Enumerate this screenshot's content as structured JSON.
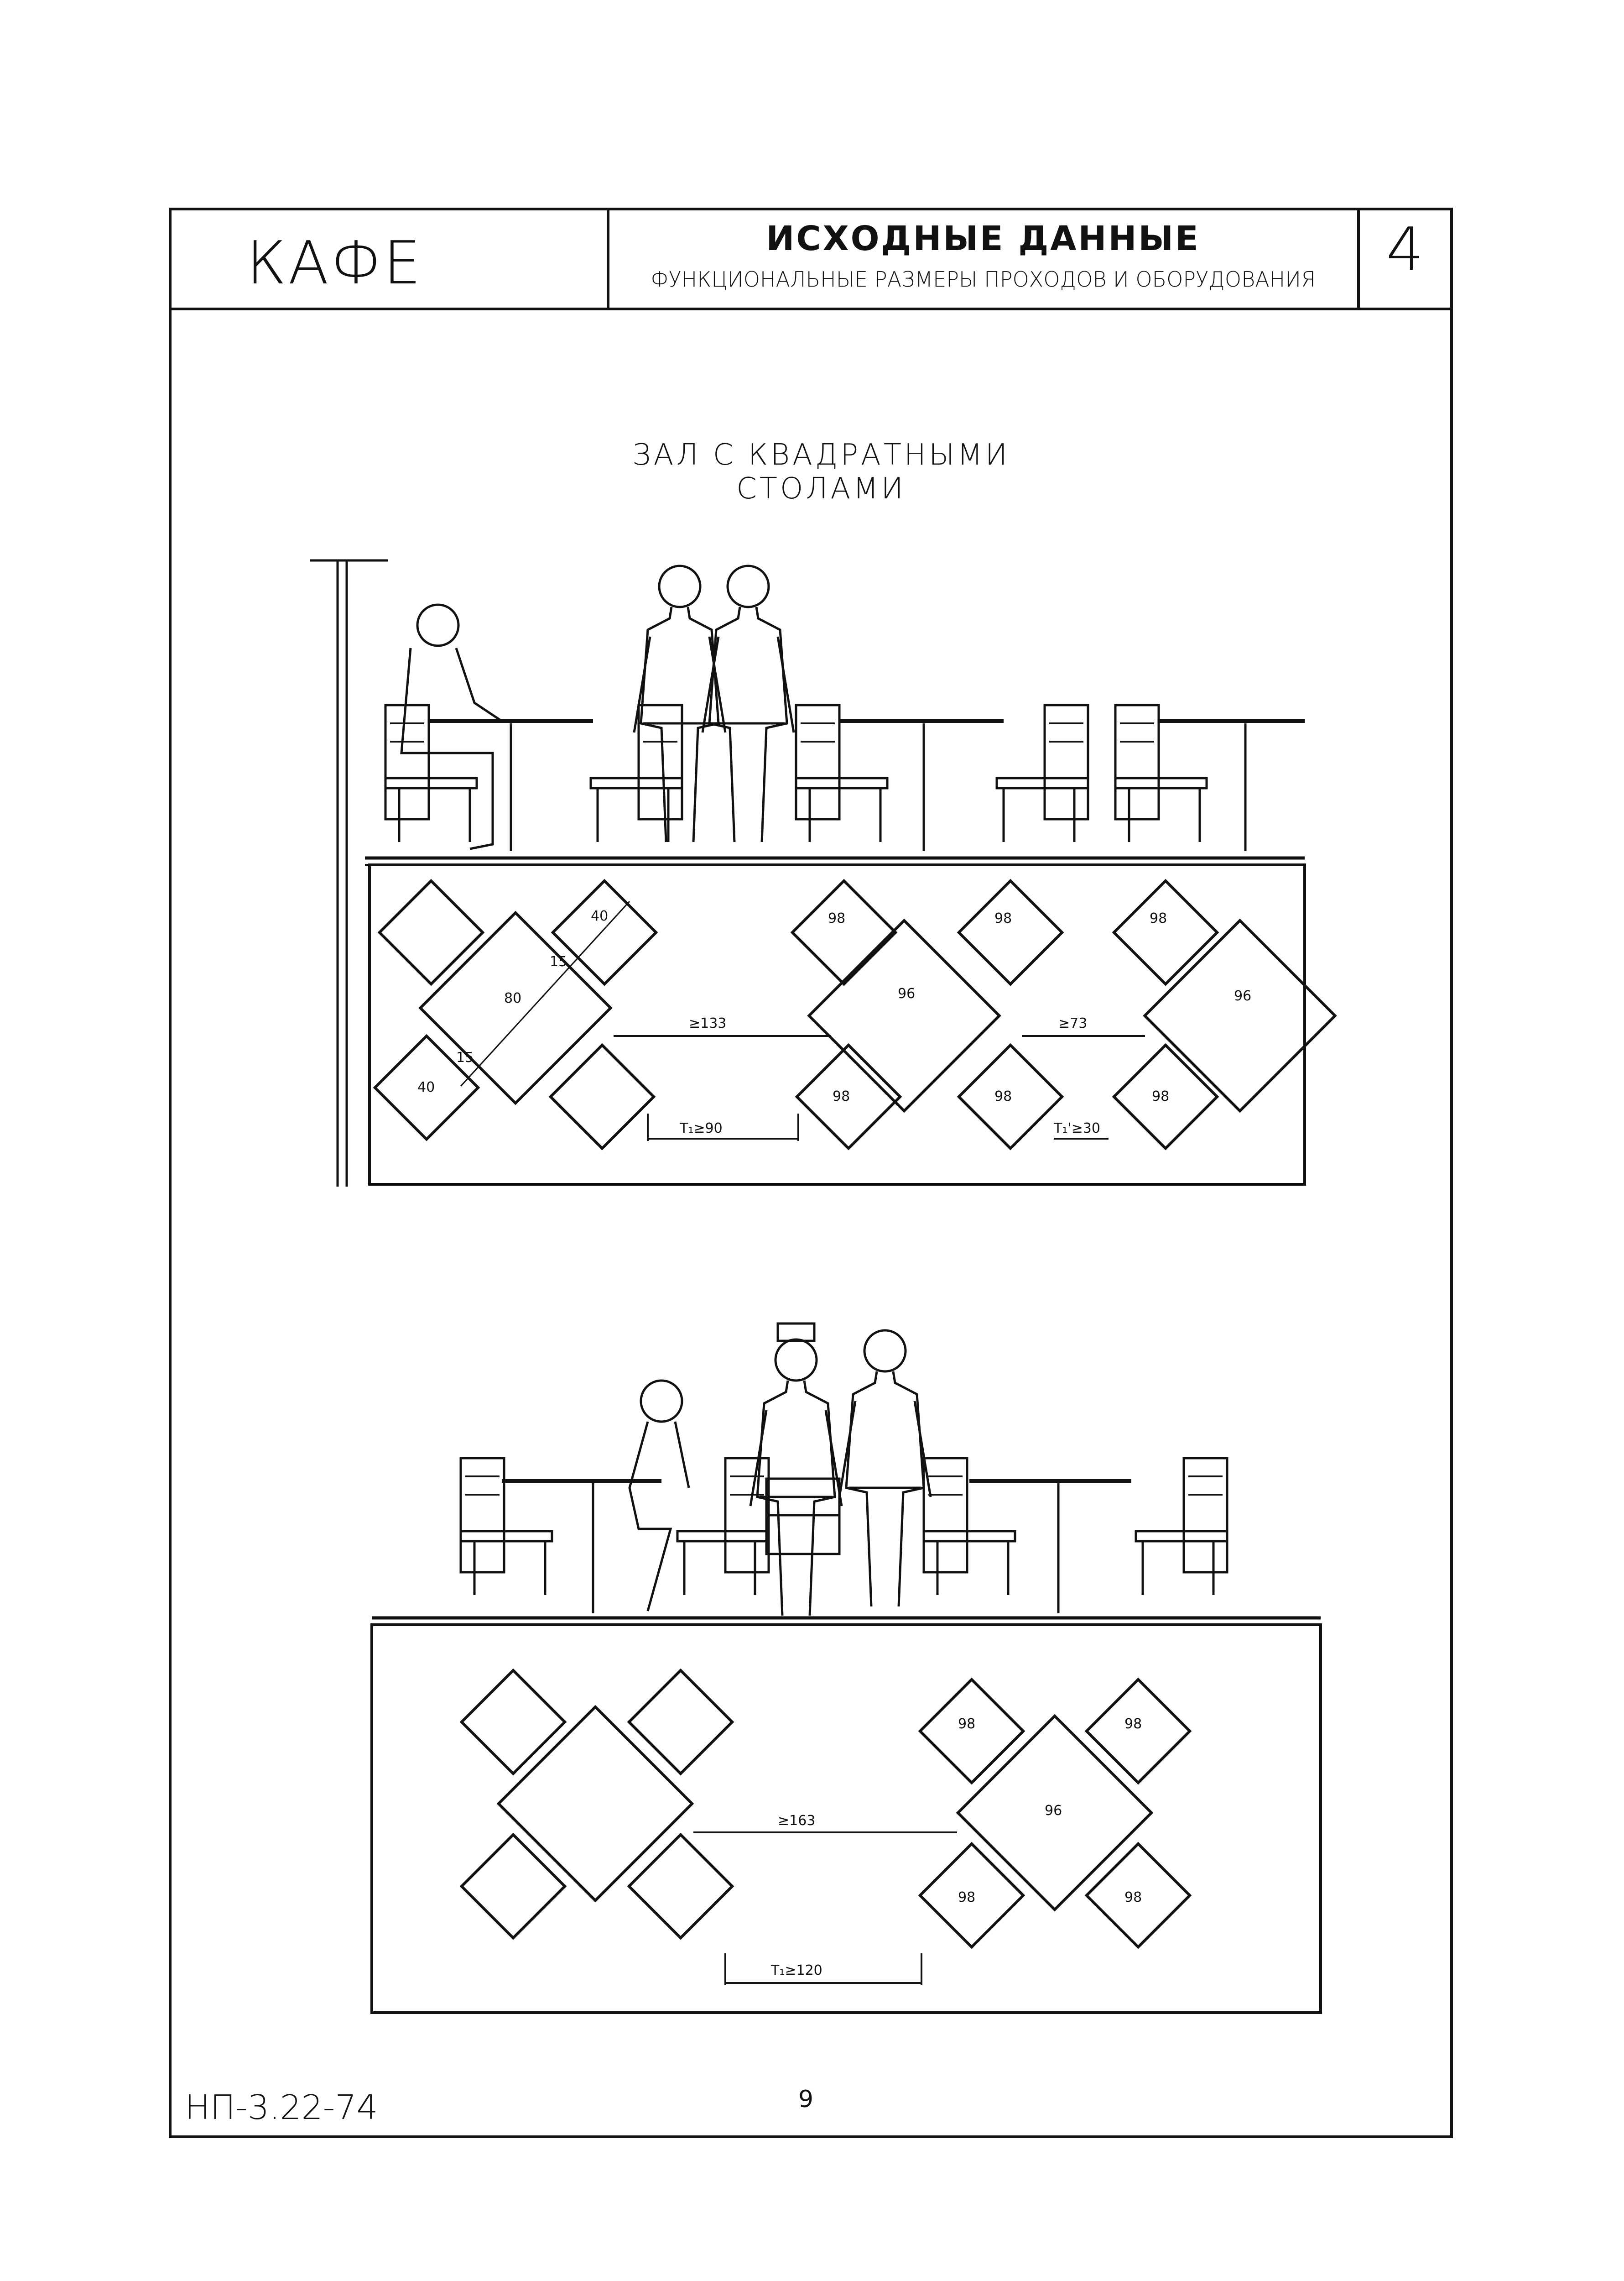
{
  "header": {
    "left_title": "КАФЕ",
    "main_title": "ИСХОДНЫЕ ДАННЫЕ",
    "sub_title": "ФУНКЦИОНАЛЬНЫЕ РАЗМЕРЫ ПРОХОДОВ И ОБОРУДОВАНИЯ",
    "sheet_number": "4"
  },
  "section_title": "ЗАЛ С КВАДРАТНЫМИ СТОЛАМИ",
  "plan1": {
    "dims": {
      "d_40_top": "40",
      "d_80": "80",
      "d_15_a": "15",
      "d_15_b": "15",
      "d_40_bottom": "40",
      "d_133": "≥133",
      "d_73": "≥73",
      "d_t90": "T₁≥90",
      "d_t30": "T₁'≥30",
      "c_98_1": "98",
      "c_98_2": "98",
      "c_98_3": "98",
      "c_96_1": "96",
      "c_96_2": "96",
      "c_98_4": "98",
      "c_98_5": "98",
      "c_98_6": "98"
    }
  },
  "plan2": {
    "dims": {
      "d_163": "≥163",
      "d_t120": "T₁≥120",
      "c_98_1": "98",
      "c_98_2": "98",
      "c_96": "96",
      "c_98_3": "98",
      "c_98_4": "98"
    }
  },
  "footer": {
    "doc_code": "НП-3.22-74",
    "page_number": "9"
  }
}
